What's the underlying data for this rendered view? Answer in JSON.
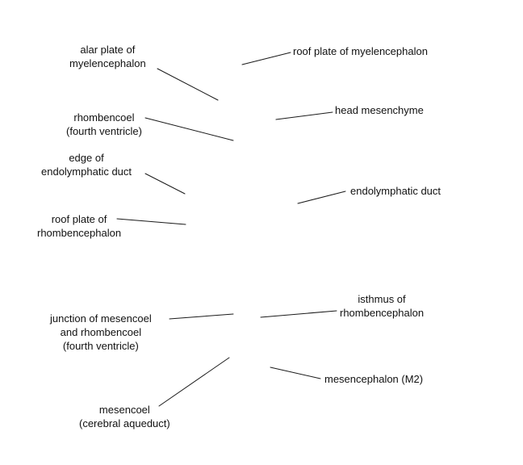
{
  "labels": {
    "alar_plate": {
      "line1": "alar plate of",
      "line2": "myelencephalon"
    },
    "roof_plate_myel": "roof plate of myelencephalon",
    "rhombencoel": {
      "line1": "rhombencoel",
      "line2": "(fourth ventricle)"
    },
    "head_mesenchyme": "head mesenchyme",
    "edge_endolymphatic": {
      "line1": "edge of",
      "line2": "endolymphatic duct"
    },
    "endolymphatic_duct": "endolymphatic duct",
    "roof_plate_rhomb": {
      "line1": "roof plate of",
      "line2": "rhombencephalon"
    },
    "junction": {
      "line1": "junction of mesencoel",
      "line2": "and rhombencoel",
      "line3": "(fourth ventricle)"
    },
    "isthmus": {
      "line1": "isthmus of",
      "line2": "rhombencephalon"
    },
    "mesencephalon": "mesencephalon (M2)",
    "mesencoel": {
      "line1": "mesencoel",
      "line2": "(cerebral aqueduct)"
    }
  }
}
